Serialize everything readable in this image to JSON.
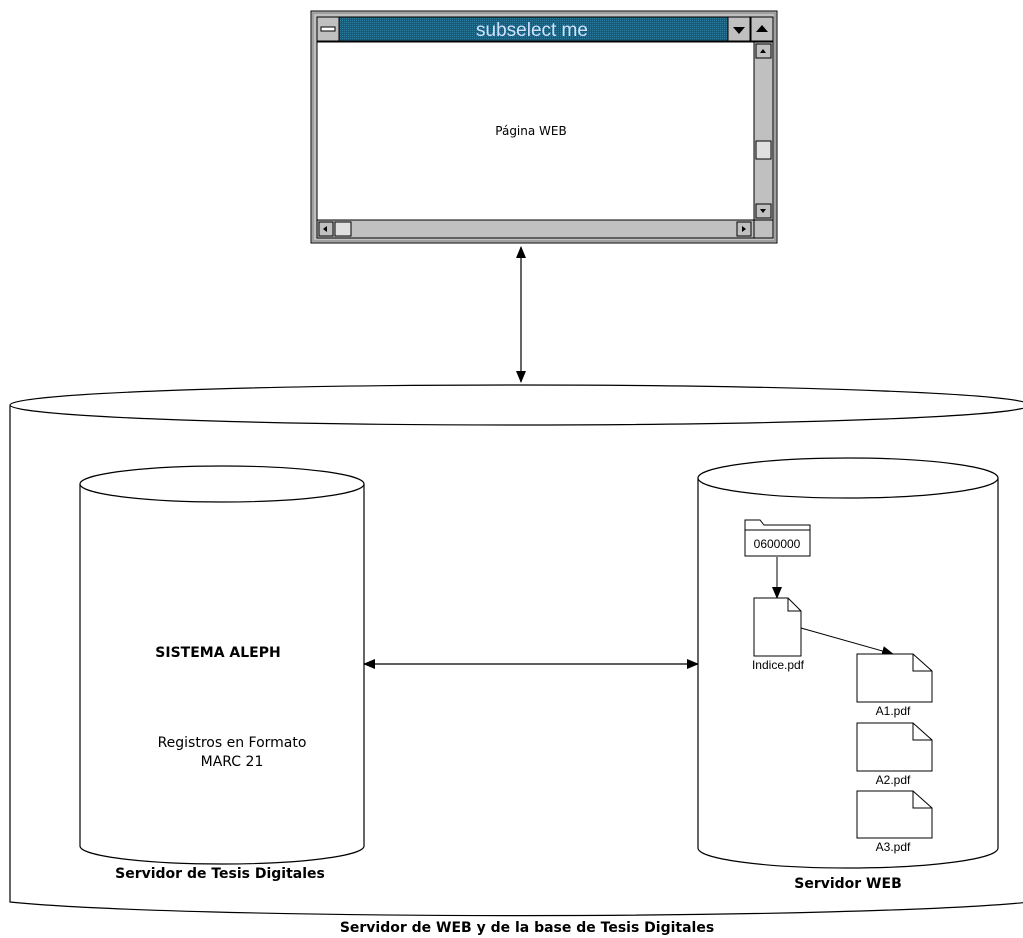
{
  "window": {
    "title": "subselect me",
    "content_text": "Página WEB"
  },
  "outer_server": {
    "label": "Servidor de WEB y de la base de Tesis Digitales"
  },
  "left_db": {
    "title": "SISTEMA ALEPH",
    "line1": "Registros en Formato",
    "line2": "MARC 21",
    "label": "Servidor de Tesis Digitales"
  },
  "right_db": {
    "folder": "0600000",
    "index_file": "Indice.pdf",
    "files": [
      "A1.pdf",
      "A2.pdf",
      "A3.pdf"
    ],
    "label": "Servidor WEB"
  },
  "colors": {
    "titlebar": "#1d5f7a",
    "window_frame": "#c0c0c0",
    "line": "#000000"
  }
}
